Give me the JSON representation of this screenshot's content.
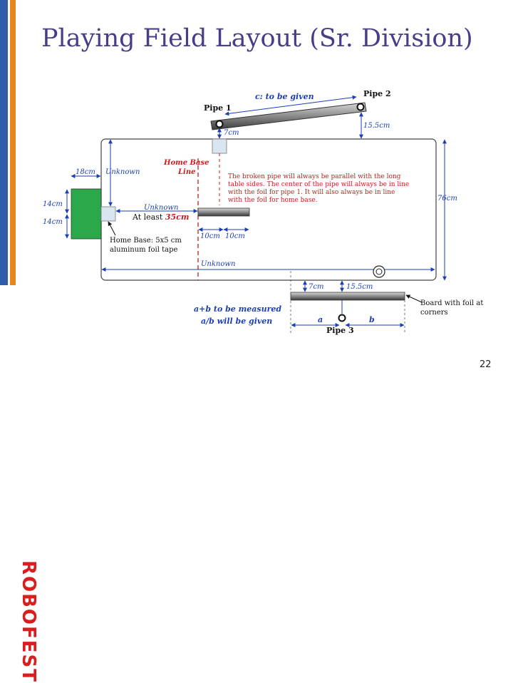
{
  "slide": {
    "title": "Playing Field Layout (Sr. Division)",
    "page_number": "22",
    "logo_text": "ROBOFEST"
  },
  "colors": {
    "title": "#4a3d88",
    "dimension": "#1b3fb4",
    "home_line": "#c81e1e",
    "home_base": "#2aa84a",
    "pipe": "#8a8a8a"
  },
  "diagram": {
    "pipe1_label": "Pipe 1",
    "pipe2_label": "Pipe 2",
    "pipe3_label": "Pipe 3",
    "c_label": "c: to be given",
    "d7_top": "7cm",
    "d155_right": "15.5cm",
    "home_base_line_1": "Home Base",
    "home_base_line_2": "Line",
    "note_lines": [
      "The broken pipe will always be parallel with the long",
      "table sides. The center of the pipe will always be in line",
      "with the foil for pipe 1. It will also always be in line",
      "with the foil for home base."
    ],
    "d18": "18cm",
    "unknown_top": "Unknown",
    "d76": "76cm",
    "d14_a": "14cm",
    "d14_b": "14cm",
    "unknown_mid": "Unknown",
    "at_least_prefix": "At least ",
    "at_least_value": "35cm",
    "d10_a": "10cm",
    "d10_b": "10cm",
    "home_base_desc_1": "Home Base: 5x5 cm",
    "home_base_desc_2": "aluminum foil tape",
    "unknown_bottom": "Unknown",
    "d7_bottom": "7cm",
    "d155_bottom": "15.5cm",
    "board_label_1": "Board with foil at",
    "board_label_2": "corners",
    "measure_1": "a+b to be measured",
    "measure_2": "a/b will be given",
    "a_label": "a",
    "b_label": "b"
  }
}
